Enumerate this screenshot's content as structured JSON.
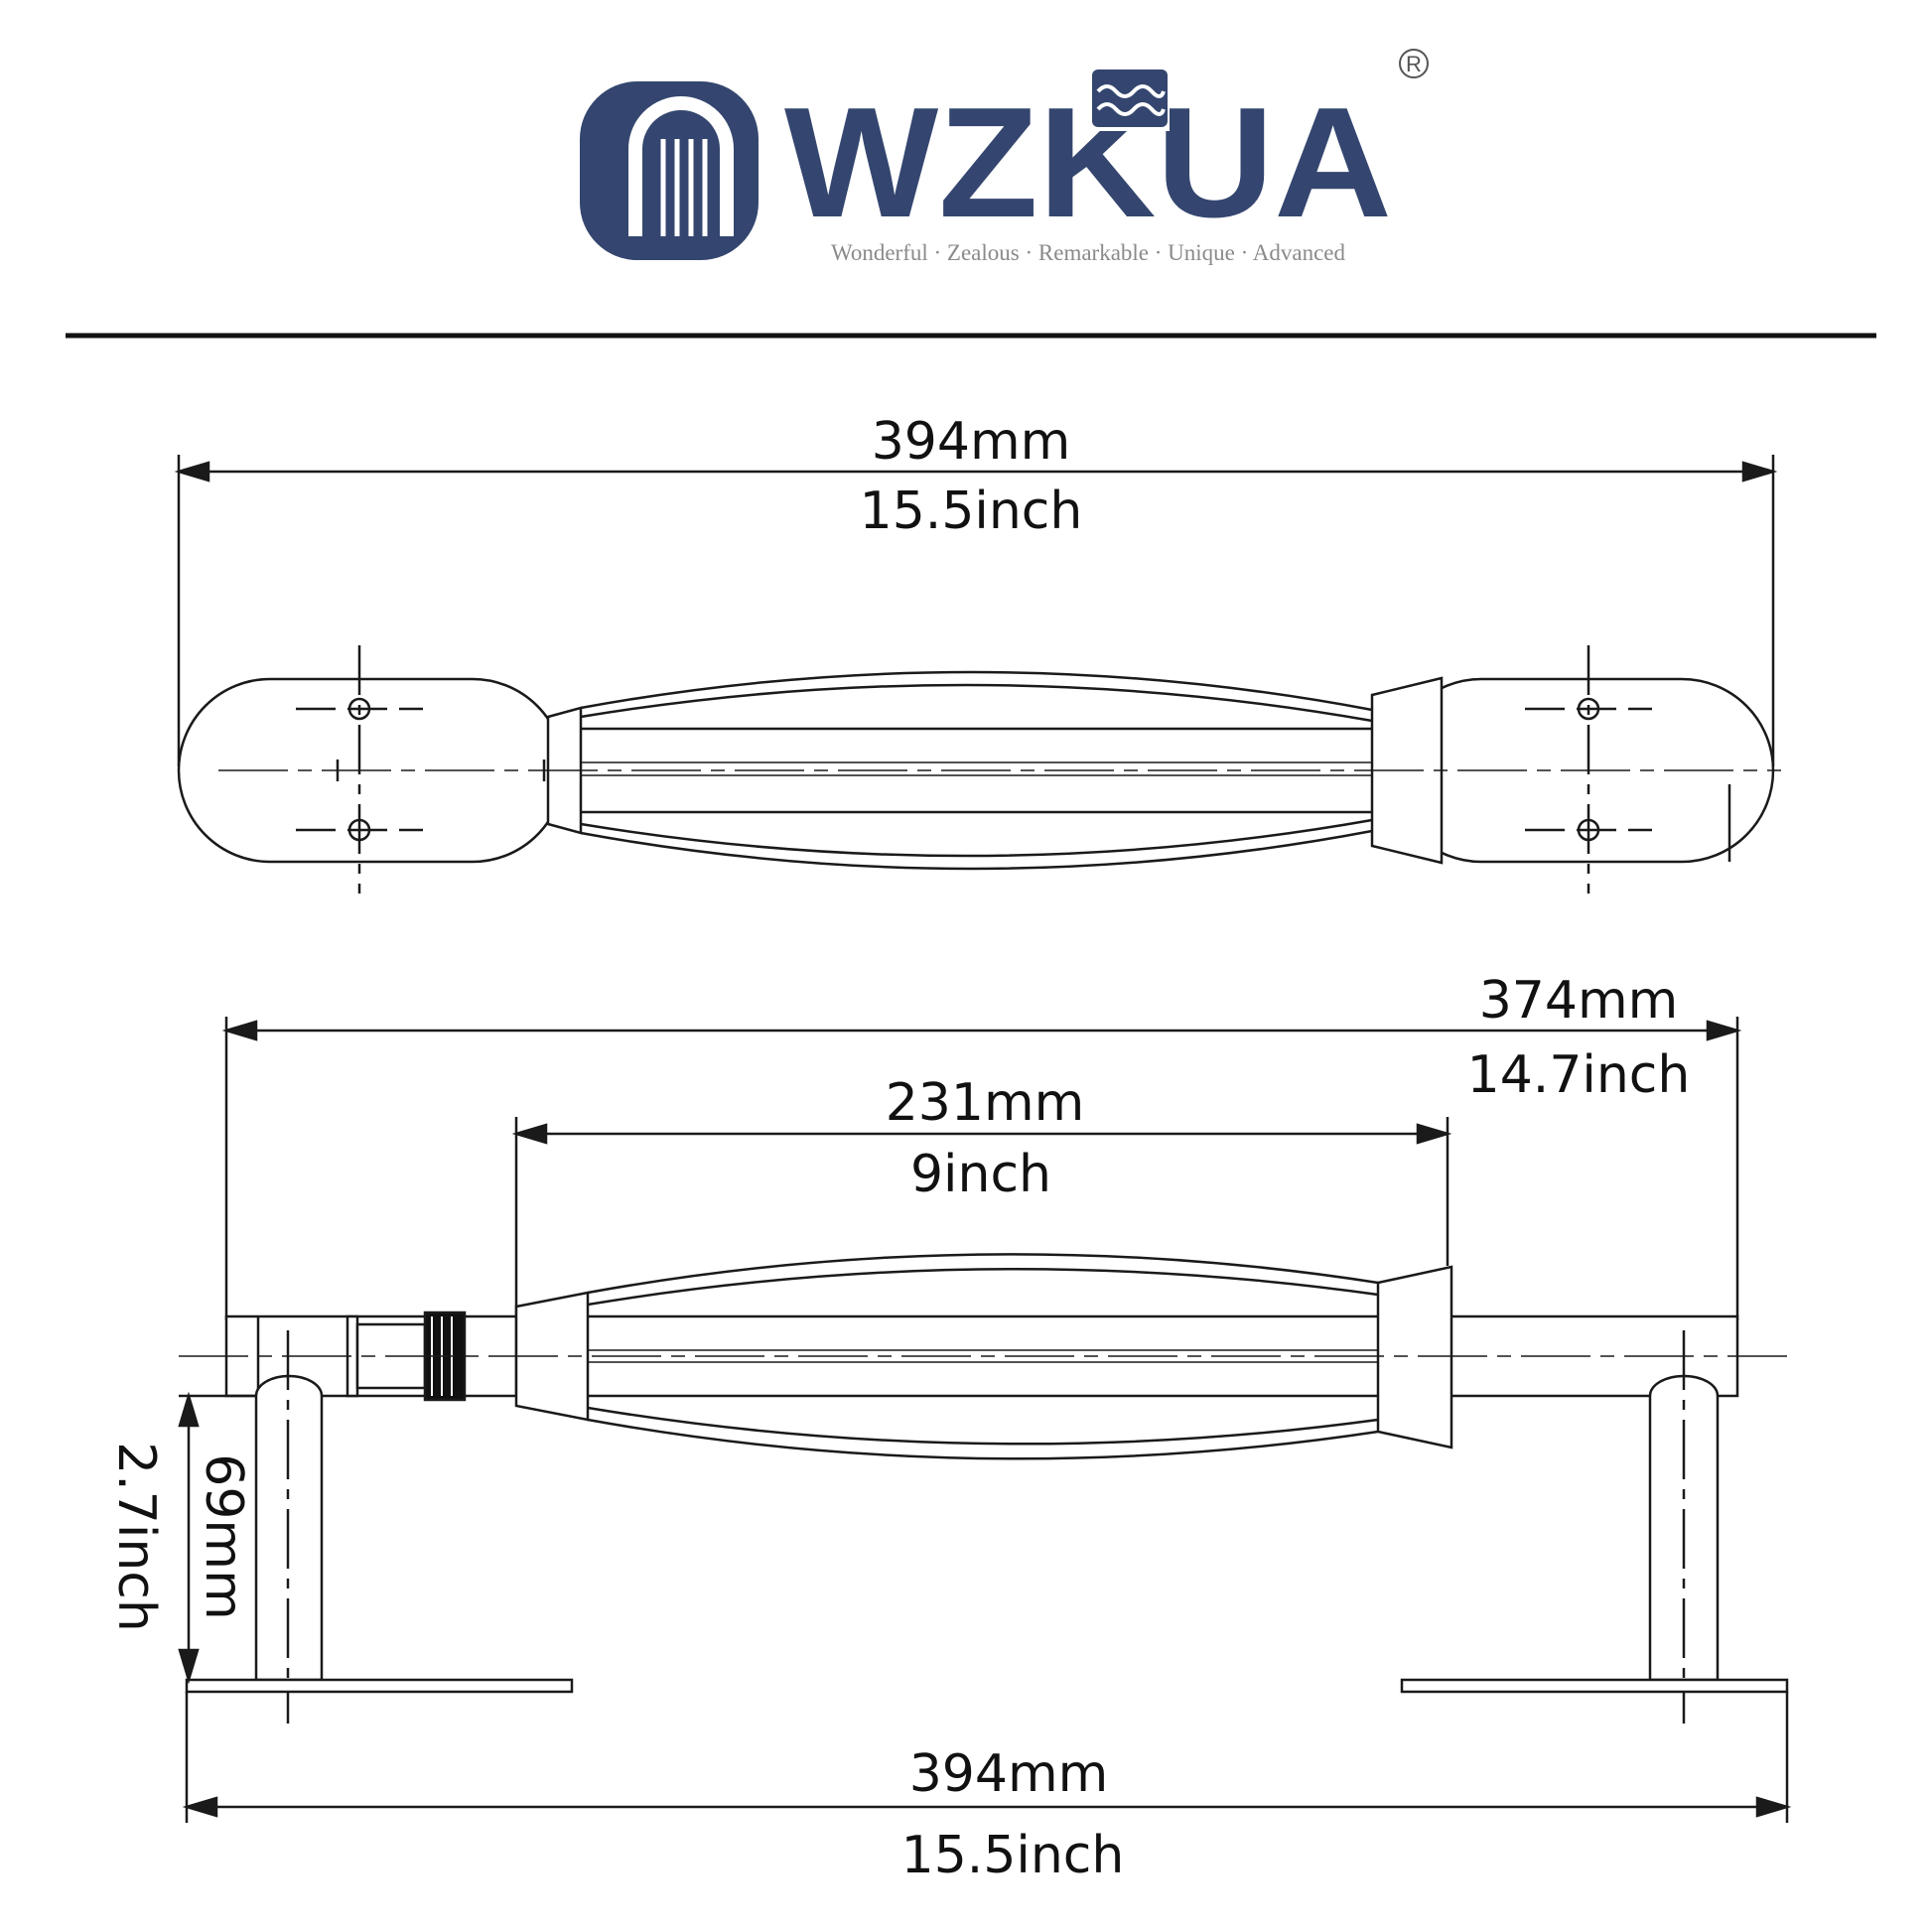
{
  "brand": {
    "name": "WZKUA",
    "tagline": "Wonderful · Zealous · Remarkable · Unique · Advanced",
    "registered_mark": "R",
    "brand_color": "#34466f"
  },
  "top_view": {
    "overall_length_mm": "394mm",
    "overall_length_in": "15.5inch"
  },
  "side_view": {
    "mount_span_mm": "374mm",
    "mount_span_in": "14.7inch",
    "grip_length_mm": "231mm",
    "grip_length_in": "9inch",
    "height_mm": "69mm",
    "height_in": "2.7inch",
    "base_length_mm": "394mm",
    "base_length_in": "15.5inch"
  },
  "colors": {
    "line": "#1a1a1a",
    "dim_line": "#222222"
  }
}
